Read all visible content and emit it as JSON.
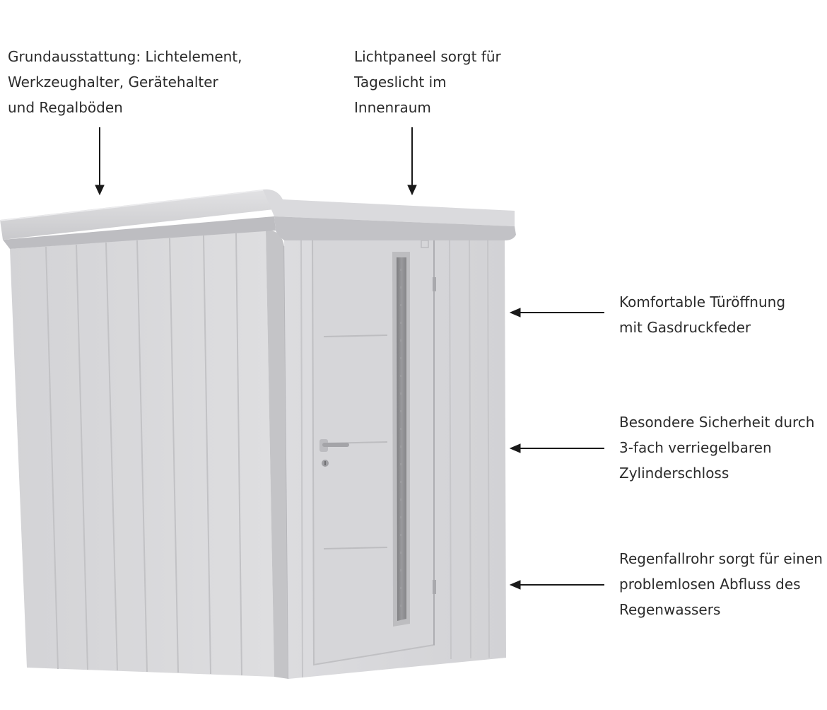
{
  "annotations": {
    "top_left": {
      "lines": [
        "Grundausstattung: Lichtelement,",
        "Werkzeughalter, Gerätehalter",
        "und Regalböden"
      ]
    },
    "top_right": {
      "lines": [
        "Lichtpaneel sorgt für",
        "Tageslicht im",
        "Innenraum"
      ]
    },
    "right_1": {
      "lines": [
        "Komfortable Türöffnung",
        "mit Gasdruckfeder"
      ]
    },
    "right_2": {
      "lines": [
        "Besondere Sicherheit durch",
        "3-fach verriegelbaren",
        "Zylinderschloss"
      ]
    },
    "right_3": {
      "lines": [
        "Regenfallrohr sorgt für einen",
        "problemlosen Abfluss des",
        "Regenwassers"
      ]
    }
  },
  "colors": {
    "arrow": "#1a1a1a",
    "metal_light": "#d9d9db",
    "metal_mid": "#cfcfd2",
    "metal_dark": "#b9b9bd",
    "glass": "#8a8a8c"
  },
  "icons": {
    "arrow": "arrow-icon",
    "handle": "door-handle-icon",
    "lock": "lock-cylinder-icon"
  }
}
